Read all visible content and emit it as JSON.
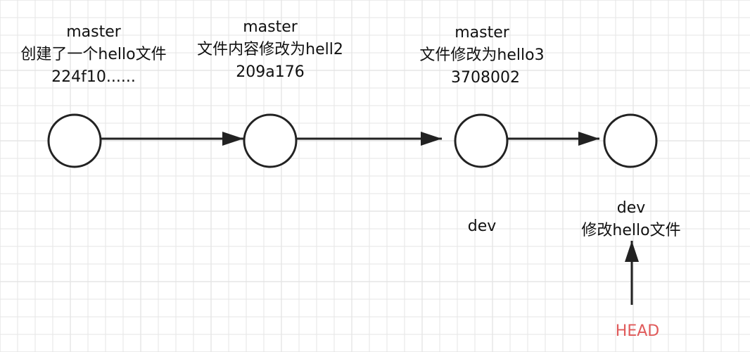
{
  "commits": [
    {
      "branch": "master",
      "message": "创建了一个hello文件",
      "hash": "224f10......"
    },
    {
      "branch": "master",
      "message": "文件内容修改为hell2",
      "hash": "209a176"
    },
    {
      "branch": "master",
      "message": "文件修改为hello3",
      "hash": "3708002"
    },
    {
      "branch": "",
      "message": "",
      "hash": ""
    }
  ],
  "labels": {
    "dev_branch": "dev",
    "dev_commit_branch": "dev",
    "dev_commit_message": "修改hello文件",
    "head": "HEAD"
  },
  "colors": {
    "grid": "#e5e5e5",
    "stroke": "#222222",
    "head": "#e05a5a"
  }
}
